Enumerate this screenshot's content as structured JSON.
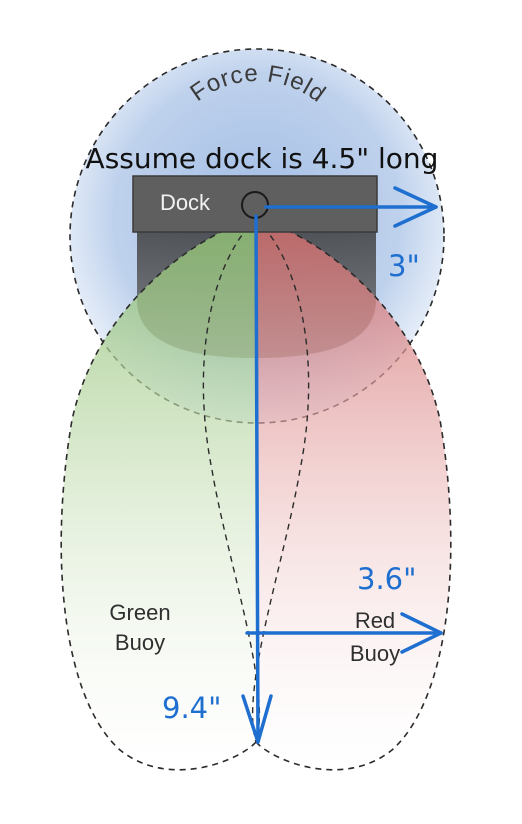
{
  "force_field": {
    "label": "Force Field"
  },
  "annotation": {
    "assume": "Assume dock is 4.5\" long"
  },
  "dock": {
    "label": "Dock"
  },
  "dimensions": {
    "force_field_radius": "3\"",
    "buoy_half_width": "3.6\"",
    "buoy_length": "9.4\""
  },
  "buoys": {
    "green_line1": "Green",
    "green_line2": "Buoy",
    "red_line1": "Red",
    "red_line2": "Buoy"
  },
  "colors": {
    "force_field": "#a9c2e6",
    "green_zone": "#b9d7a6",
    "red_zone": "#e7a8a8",
    "dock": "#5f5f5f",
    "annotation_blue": "#1e6fcf",
    "dashed_outline": "#2b2b2b"
  }
}
